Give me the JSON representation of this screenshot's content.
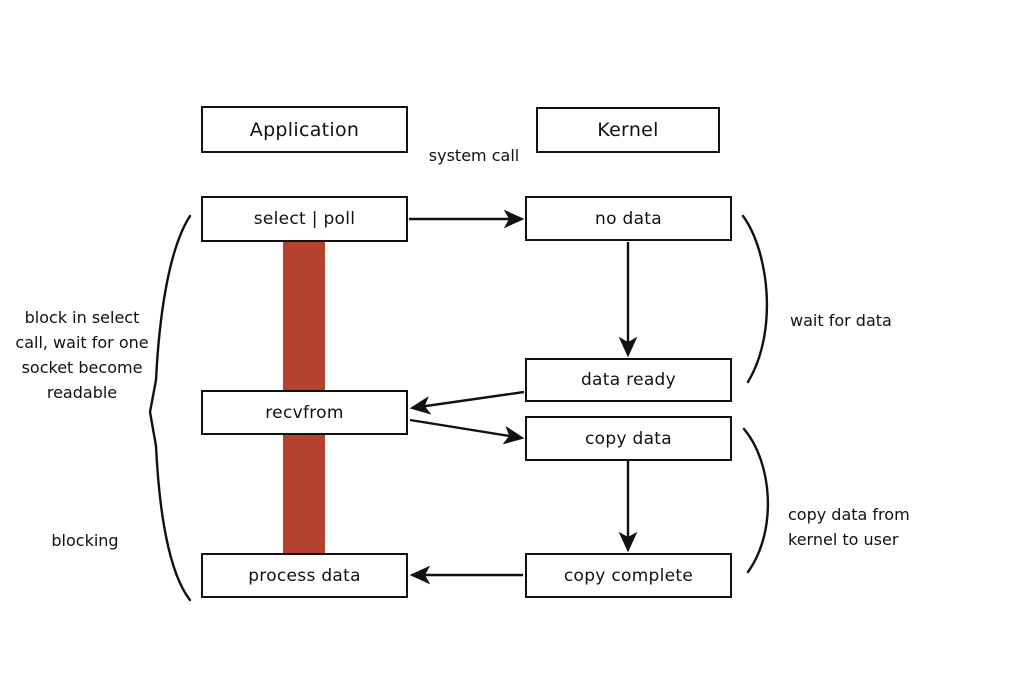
{
  "diagram": {
    "title_row": {
      "application": "Application",
      "system_call": "system call",
      "kernel": "Kernel"
    },
    "nodes": {
      "select_poll": "select | poll",
      "no_data": "no data",
      "data_ready": "data ready",
      "recvfrom": "recvfrom",
      "copy_data": "copy data",
      "process_data": "process data",
      "copy_complete": "copy complete"
    },
    "annotations": {
      "left_top": "block in select\ncall, wait for one\nsocket become\nreadable",
      "left_bottom": "blocking",
      "right_top": "wait for data",
      "right_bottom": "copy data from\nkernel to user"
    },
    "colors": {
      "blocking_bar": "#b4422f",
      "stroke": "#111111",
      "background": "#ffffff"
    }
  }
}
